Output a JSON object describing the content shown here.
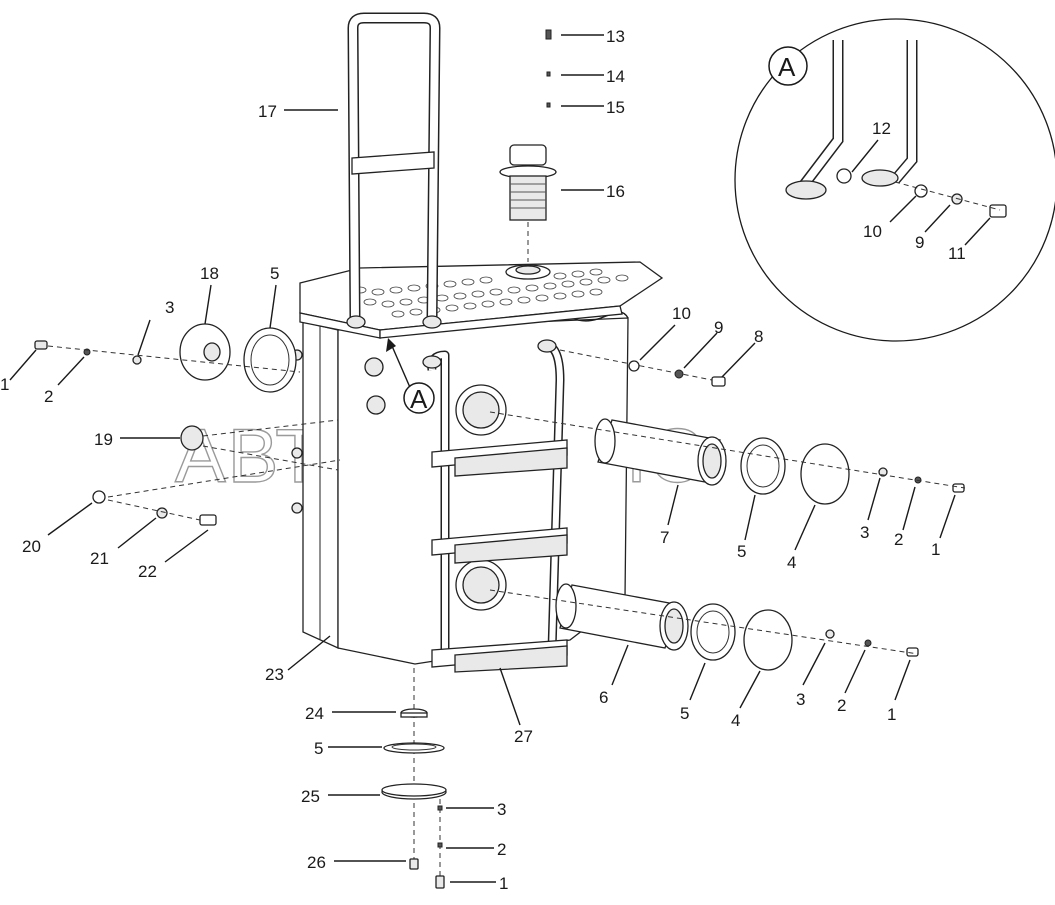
{
  "watermark": "АВТОАЛЬЯНС",
  "detail": {
    "letter": "A",
    "callouts": [
      "12",
      "10",
      "9",
      "11"
    ]
  },
  "callouts": {
    "c1_left": "1",
    "c2_left": "2",
    "c3_left": "3",
    "c18": "18",
    "c5_left": "5",
    "c17": "17",
    "c13": "13",
    "c14": "14",
    "c15": "15",
    "c16": "16",
    "c19": "19",
    "c20": "20",
    "c21": "21",
    "c22": "22",
    "c23": "23",
    "c10": "10",
    "c9": "9",
    "c8": "8",
    "c7": "7",
    "c5_mid": "5",
    "c4_mid": "4",
    "c3_mid": "3",
    "c2_mid": "2",
    "c1_mid": "1",
    "c6": "6",
    "c5_low": "5",
    "c4_low": "4",
    "c3_low": "3",
    "c2_low": "2",
    "c1_low": "1",
    "c27": "27",
    "c24": "24",
    "c5_bottom": "5",
    "c25": "25",
    "c26": "26",
    "c3_bottom": "3",
    "c2_bottom": "2",
    "c1_bottom": "1",
    "view_marker": "A"
  }
}
